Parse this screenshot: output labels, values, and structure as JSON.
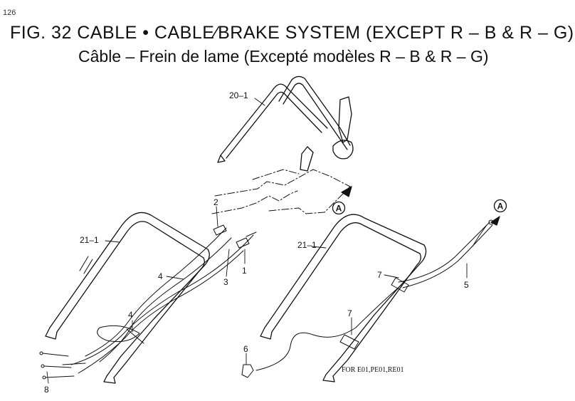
{
  "page_number": "126",
  "title_en": "FIG. 32  CABLE • CABLE∕BRAKE SYSTEM (EXCEPT R – B & R – G)",
  "title_fr": "Câble – Frein de lame (Excepté modèles R – B & R – G)",
  "callouts": {
    "c20_1": "20–1",
    "c21_1_left": "21–1",
    "c21_1_right": "21–1",
    "c1": "1",
    "c2": "2",
    "c3": "3",
    "c4_upper": "4",
    "c4_lower": "4",
    "c5": "5",
    "c6": "6",
    "c7_upper": "7",
    "c7_lower": "7",
    "c8": "8"
  },
  "connector_marks": {
    "upper": "A",
    "right": "A"
  },
  "footer_note": "FOR E01,PE01,RE01"
}
